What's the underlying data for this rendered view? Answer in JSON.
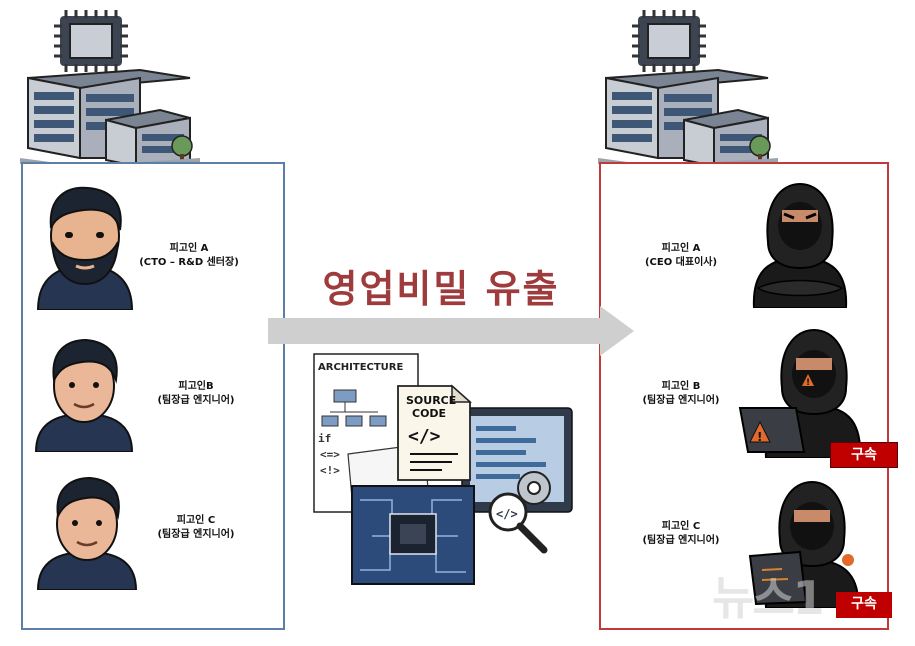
{
  "title": "영업비밀 유출",
  "left_panel": {
    "people": [
      {
        "name": "피고인 A",
        "role": "(CTO – R&D 센터장)"
      },
      {
        "name": "피고인B",
        "role": "(팀장급 엔지니어)"
      },
      {
        "name": "피고인 C",
        "role": "(팀장급 엔지니어)"
      }
    ]
  },
  "right_panel": {
    "people": [
      {
        "name": "피고인 A",
        "role": "(CEO 대표이사)"
      },
      {
        "name": "피고인 B",
        "role": "(팀장급 엔지니어)"
      },
      {
        "name": "피고인 C",
        "role": "(팀장급 엔지니어)"
      }
    ],
    "badges": [
      "구속",
      "구속"
    ]
  },
  "docs": {
    "architecture": "ARCHITECTURE",
    "source_code_line1": "SOURCE",
    "source_code_line2": "CODE"
  },
  "watermark": "뉴스1",
  "colors": {
    "left_border": "#5b7fa6",
    "right_border": "#c0393b",
    "title": "#9e3b3d",
    "badge": "#c00000",
    "arrow": "#cfcfcf"
  }
}
